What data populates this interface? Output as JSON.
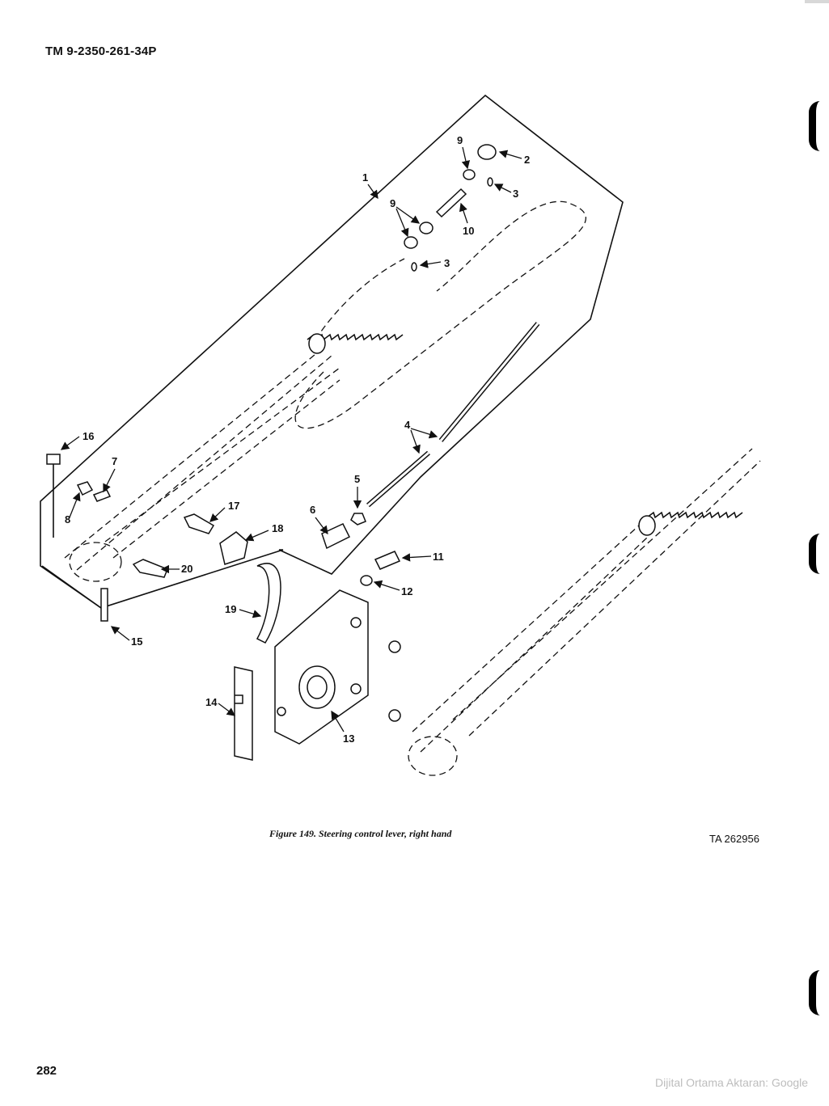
{
  "header": {
    "document_id": "TM 9-2350-261-34P"
  },
  "figure": {
    "caption": "Figure 149.  Steering control lever, right hand",
    "ta_number": "TA 262956",
    "callouts": [
      "1",
      "2",
      "3",
      "3",
      "4",
      "5",
      "6",
      "7",
      "8",
      "9",
      "9",
      "10",
      "11",
      "12",
      "13",
      "14",
      "15",
      "16",
      "17",
      "18",
      "19",
      "20"
    ]
  },
  "footer": {
    "page_number": "282",
    "watermark": "Dijital Ortama Aktaran: Google"
  }
}
